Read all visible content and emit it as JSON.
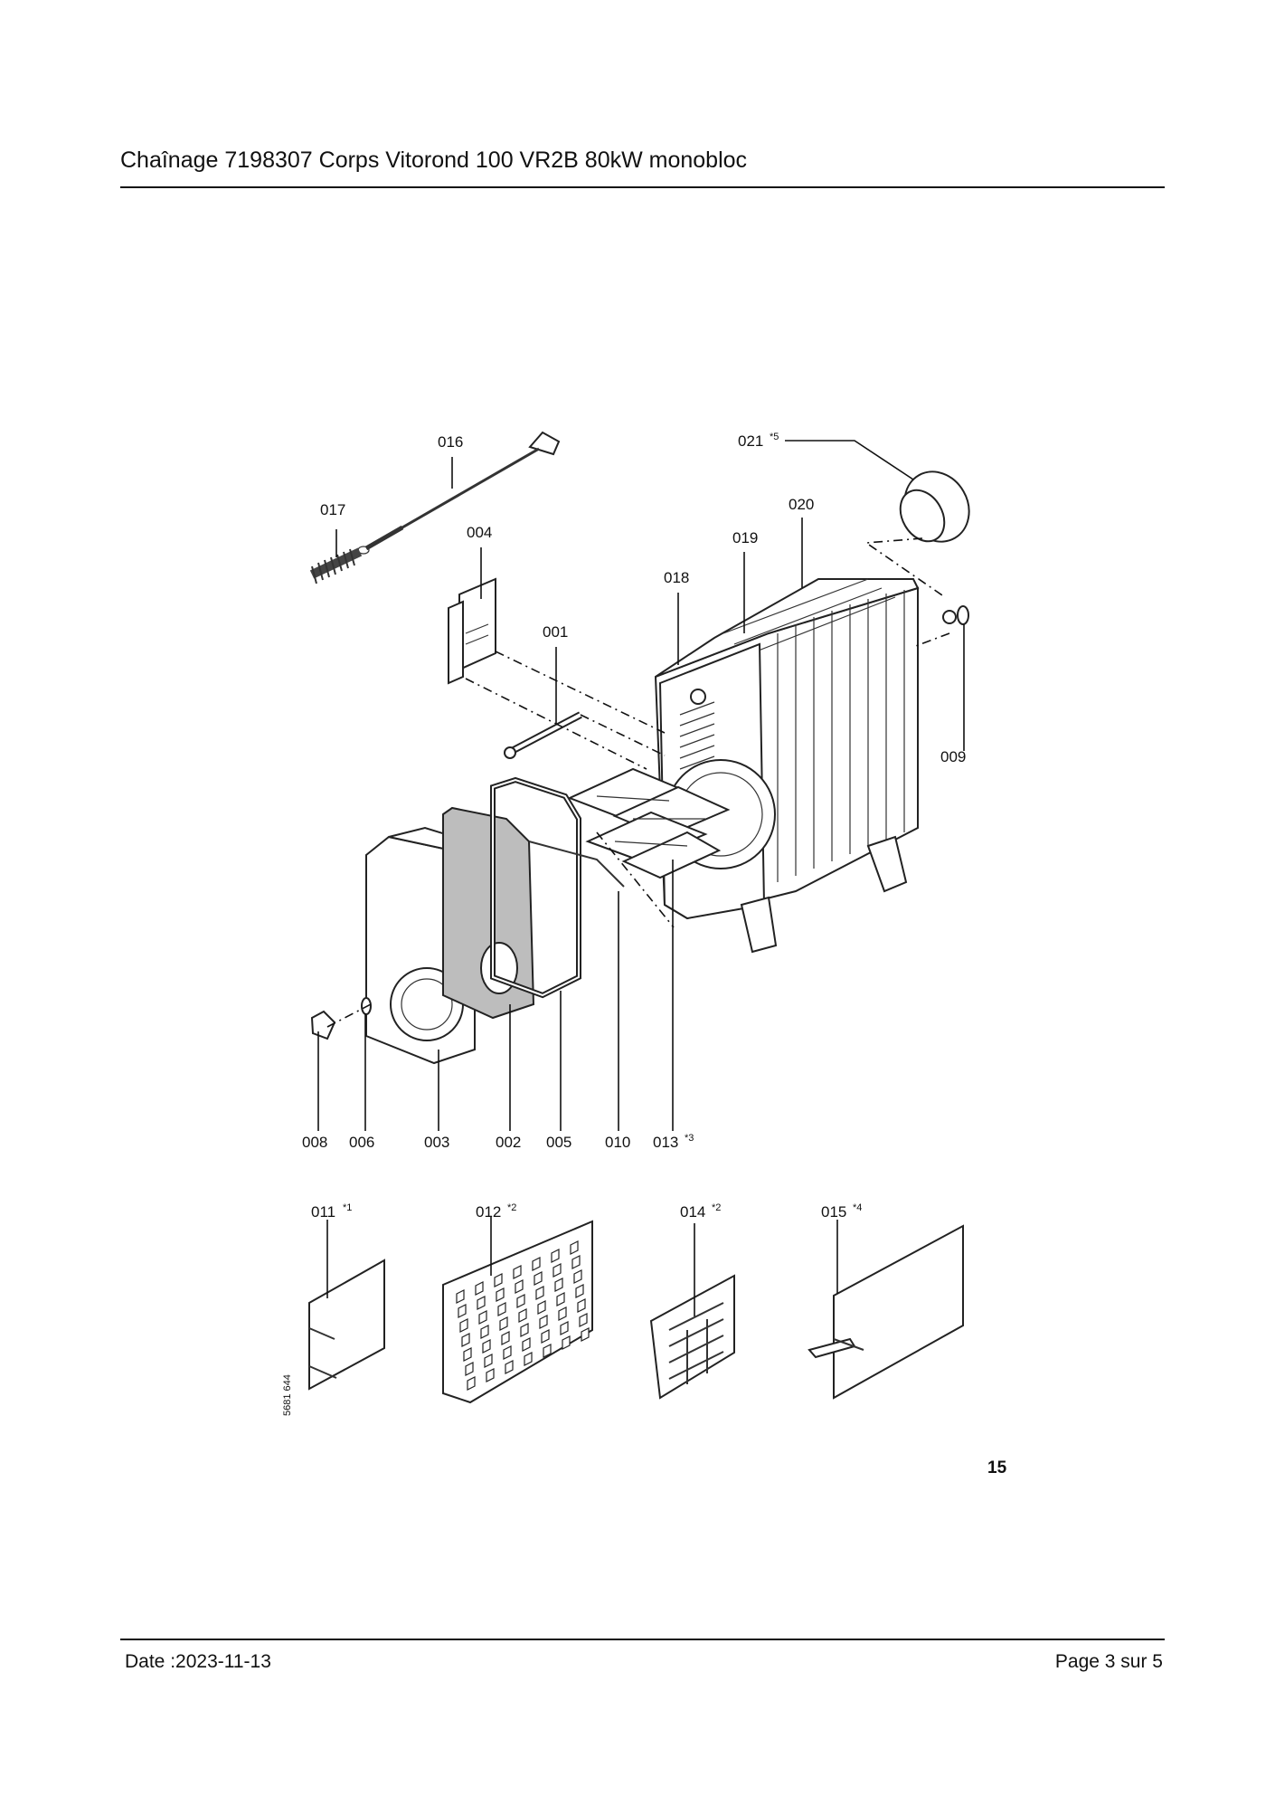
{
  "header": {
    "title": "Chaînage 7198307 Corps Vitorond 100 VR2B 80kW monobloc"
  },
  "footer": {
    "date": "Date :2023-11-13",
    "page": "Page 3 sur  5"
  },
  "diagram": {
    "page_number": "15",
    "drawing_code": "5681 644",
    "parts": [
      {
        "number": "016",
        "note": ""
      },
      {
        "number": "017",
        "note": ""
      },
      {
        "number": "004",
        "note": ""
      },
      {
        "number": "001",
        "note": ""
      },
      {
        "number": "018",
        "note": ""
      },
      {
        "number": "019",
        "note": ""
      },
      {
        "number": "020",
        "note": ""
      },
      {
        "number": "021",
        "note": "*5"
      },
      {
        "number": "009",
        "note": ""
      },
      {
        "number": "008",
        "note": ""
      },
      {
        "number": "006",
        "note": ""
      },
      {
        "number": "003",
        "note": ""
      },
      {
        "number": "002",
        "note": ""
      },
      {
        "number": "005",
        "note": ""
      },
      {
        "number": "010",
        "note": ""
      },
      {
        "number": "013",
        "note": "*3"
      },
      {
        "number": "011",
        "note": "*1"
      },
      {
        "number": "012",
        "note": "*2"
      },
      {
        "number": "014",
        "note": "*2"
      },
      {
        "number": "015",
        "note": "*4"
      }
    ]
  }
}
